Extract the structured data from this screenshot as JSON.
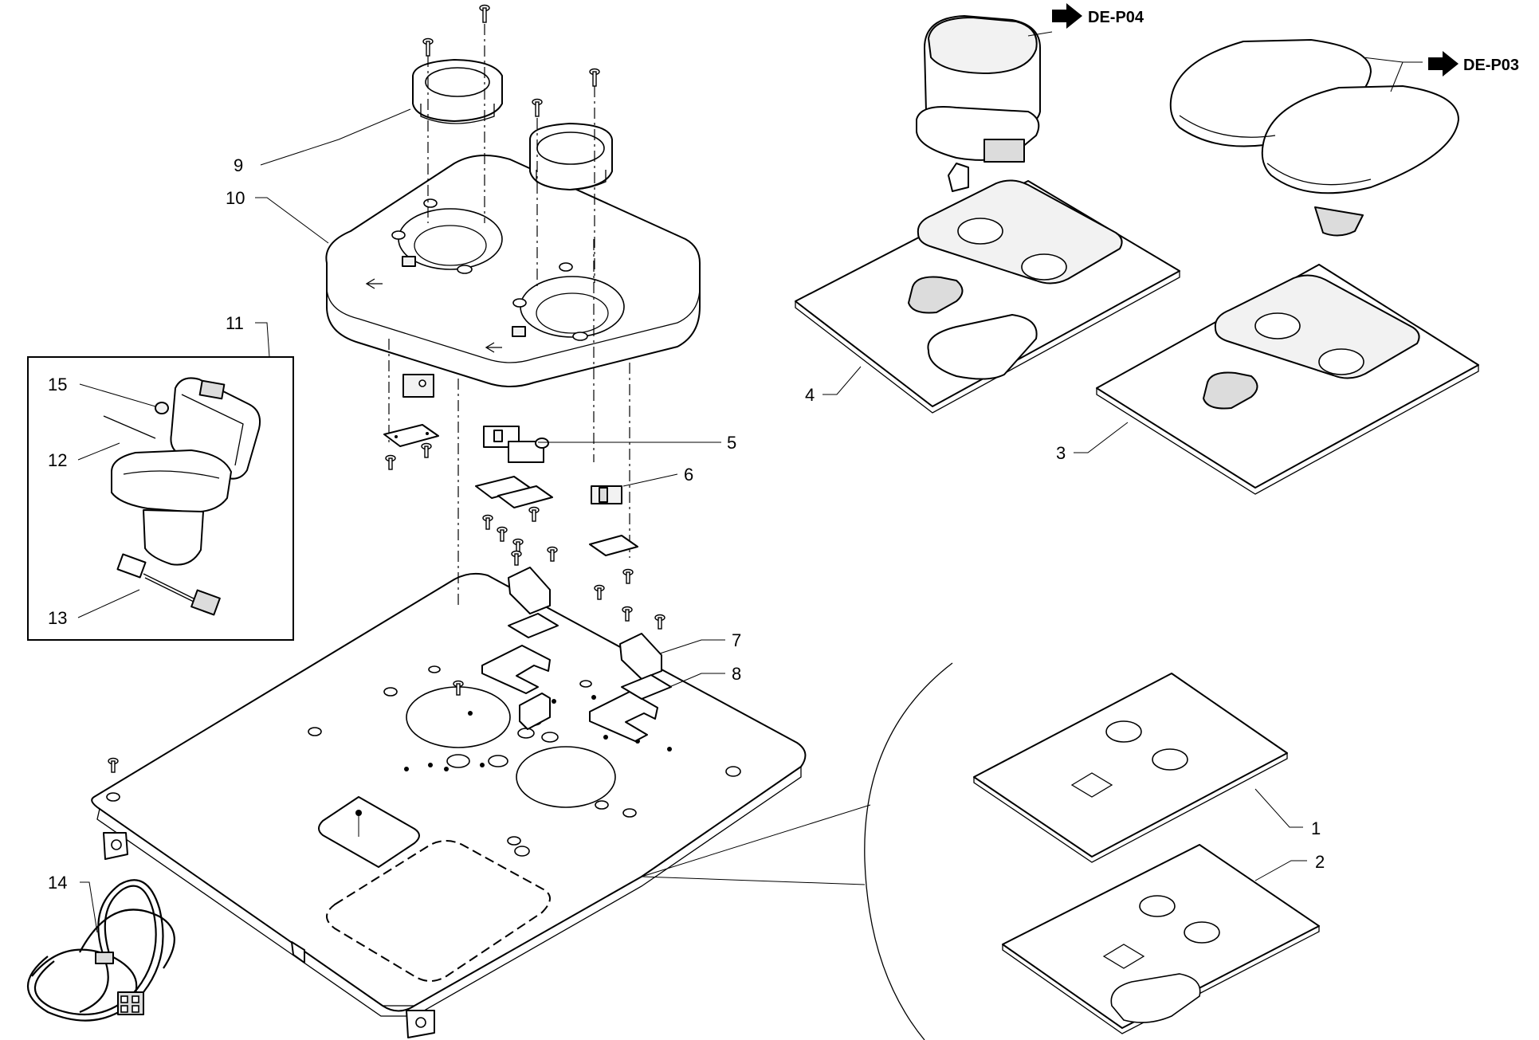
{
  "callouts": {
    "c1": "1",
    "c2": "2",
    "c3": "3",
    "c4": "4",
    "c5": "5",
    "c6": "6",
    "c7": "7",
    "c8": "8",
    "c9": "9",
    "c10": "10",
    "c11": "11",
    "c12": "12",
    "c13": "13",
    "c14": "14",
    "c15": "15"
  },
  "references": {
    "top_unit": "DE-P04",
    "twin_unit": "DE-P03"
  }
}
